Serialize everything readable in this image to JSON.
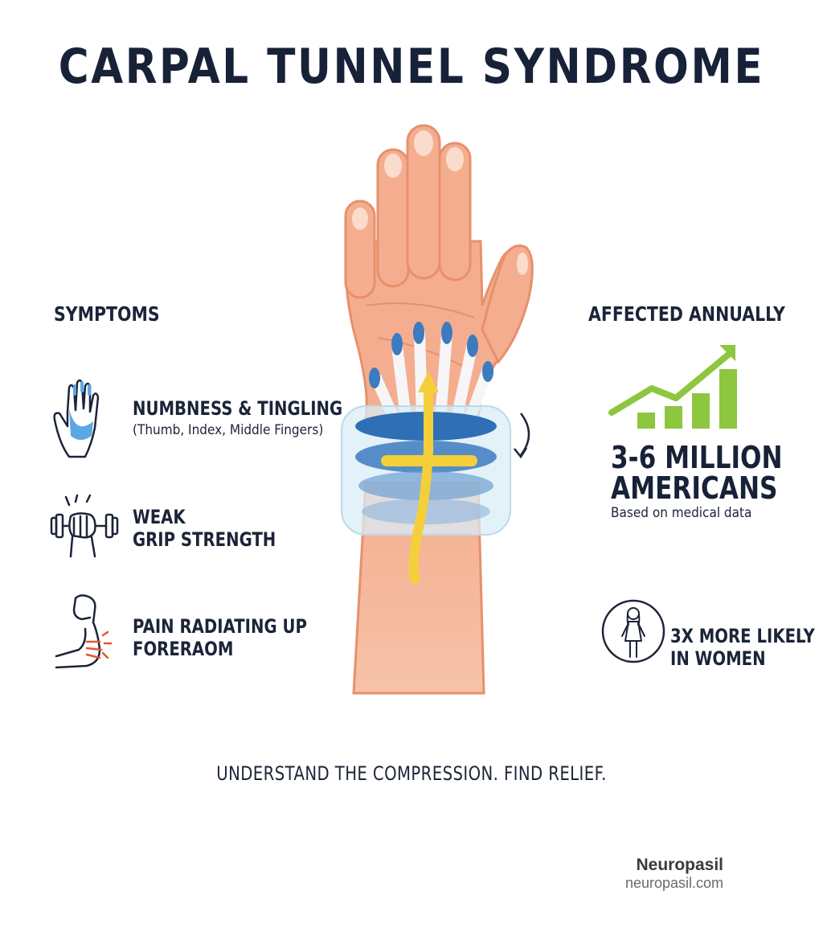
{
  "title": "CARPAL TUNNEL SYNDROME",
  "symptoms": {
    "heading": "SYMPTOMS",
    "items": [
      {
        "icon": "numb-hand-icon",
        "title_lines": [
          "NUMBNESS & TINGLING"
        ],
        "subtitle": "(Thumb, Index, Middle Fingers)"
      },
      {
        "icon": "grip-dumbbell-icon",
        "title_lines": [
          "WEAK",
          "GRIP STRENGTH"
        ],
        "subtitle": ""
      },
      {
        "icon": "forearm-pain-icon",
        "title_lines": [
          "PAIN RADIATING UP",
          "FORERAOM"
        ],
        "subtitle": ""
      }
    ]
  },
  "affected": {
    "heading": "AFFECTED ANNUALLY",
    "stat_lines": [
      "3-6 MILLION",
      "AMERICANS"
    ],
    "note": "Based on medical data",
    "women_lines": [
      "3X MORE LIKELY",
      "IN WOMEN"
    ],
    "colors": {
      "chart_green": "#8dc63f"
    }
  },
  "tagline": "UNDERSTAND THE COMPRESSION. FIND RELIEF.",
  "brand": {
    "name": "Neuropasil",
    "url": "neuropasil.com"
  },
  "colors": {
    "skin": "#f3ad8c",
    "skin_outline": "#e7906c",
    "tendon_blue": "#3d7bc0",
    "nerve_yellow": "#f4cf3a",
    "text_dark": "#172238"
  }
}
